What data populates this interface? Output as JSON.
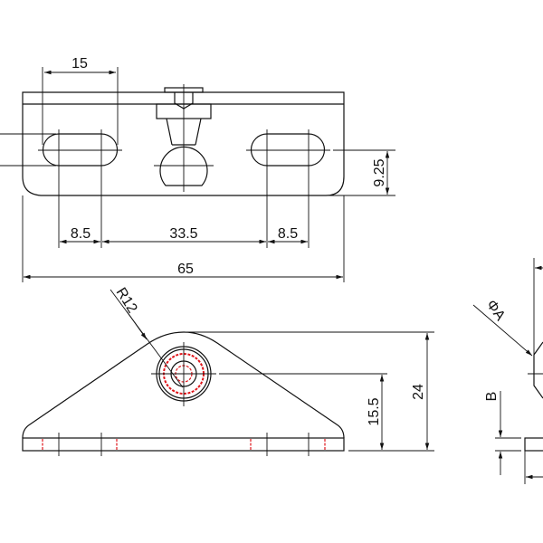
{
  "top_view": {
    "dim_slot_pitch": "15",
    "dim_slot_width_left": "8.5",
    "dim_slot_spacing": "33.5",
    "dim_slot_width_right": "8.5",
    "dim_overall_length": "65",
    "dim_slot_height": "9.25"
  },
  "front_view": {
    "dim_radius": "R12",
    "dim_hole_height": "15.5",
    "dim_total_height": "24"
  },
  "side_view": {
    "dim_diameter": "ΦA",
    "dim_thickness": "B"
  },
  "colors": {
    "line": "#111111",
    "hidden": "#e0161b"
  }
}
